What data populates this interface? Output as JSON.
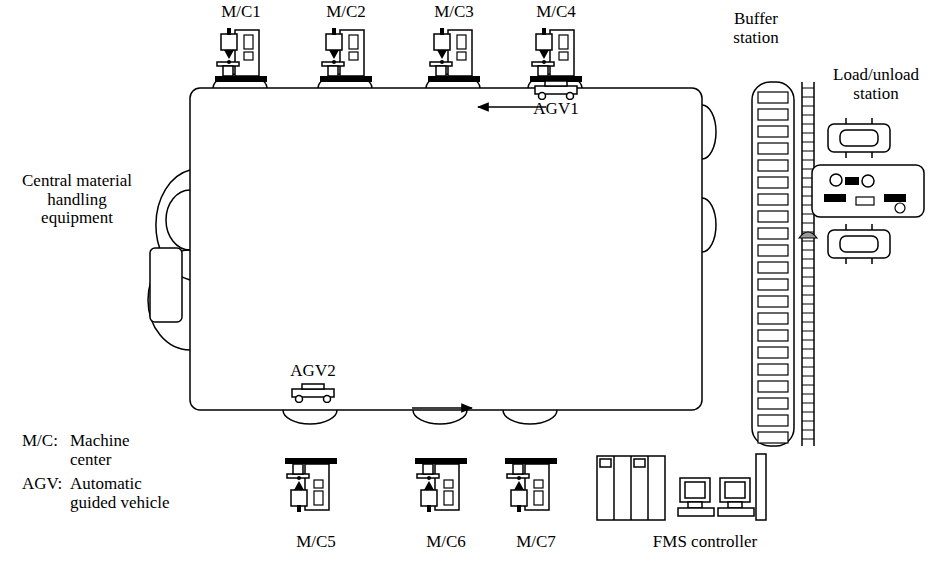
{
  "diagram": {
    "labels": [
      "M/C1",
      "M/C2",
      "M/C3",
      "M/C4",
      "AGV1",
      "Central material handling equipment",
      "Buffer station",
      "Load/unload station",
      "AGV2",
      "M/C:",
      "Machine center",
      "AGV:",
      "Automatic guided vehicle",
      "M/C5",
      "M/C6",
      "M/C7",
      "FMS controller"
    ]
  }
}
